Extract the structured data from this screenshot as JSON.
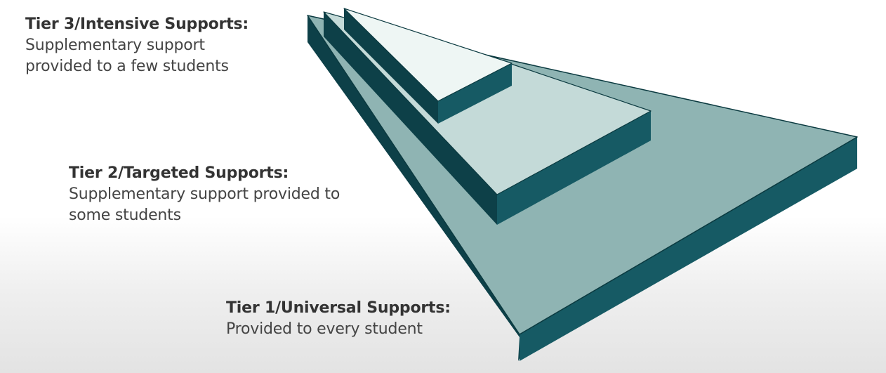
{
  "tiers": [
    {
      "title": "Tier 3/Intensive Supports:",
      "description_lines": [
        "Supplementary support",
        "provided to a few students"
      ]
    },
    {
      "title": "Tier 2/Targeted Supports:",
      "description_lines": [
        "Supplementary support provided to",
        "some students"
      ]
    },
    {
      "title": "Tier 1/Universal Supports:",
      "description_lines": [
        "Provided to every student"
      ]
    }
  ],
  "colors": {
    "tier1_top": "#8fb4b3",
    "tier2_top": "#c4dad8",
    "tier3_top": "#eef6f4",
    "side_dark": "#0d4048",
    "side_mid": "#165a64",
    "edge": "#0b3a40"
  }
}
